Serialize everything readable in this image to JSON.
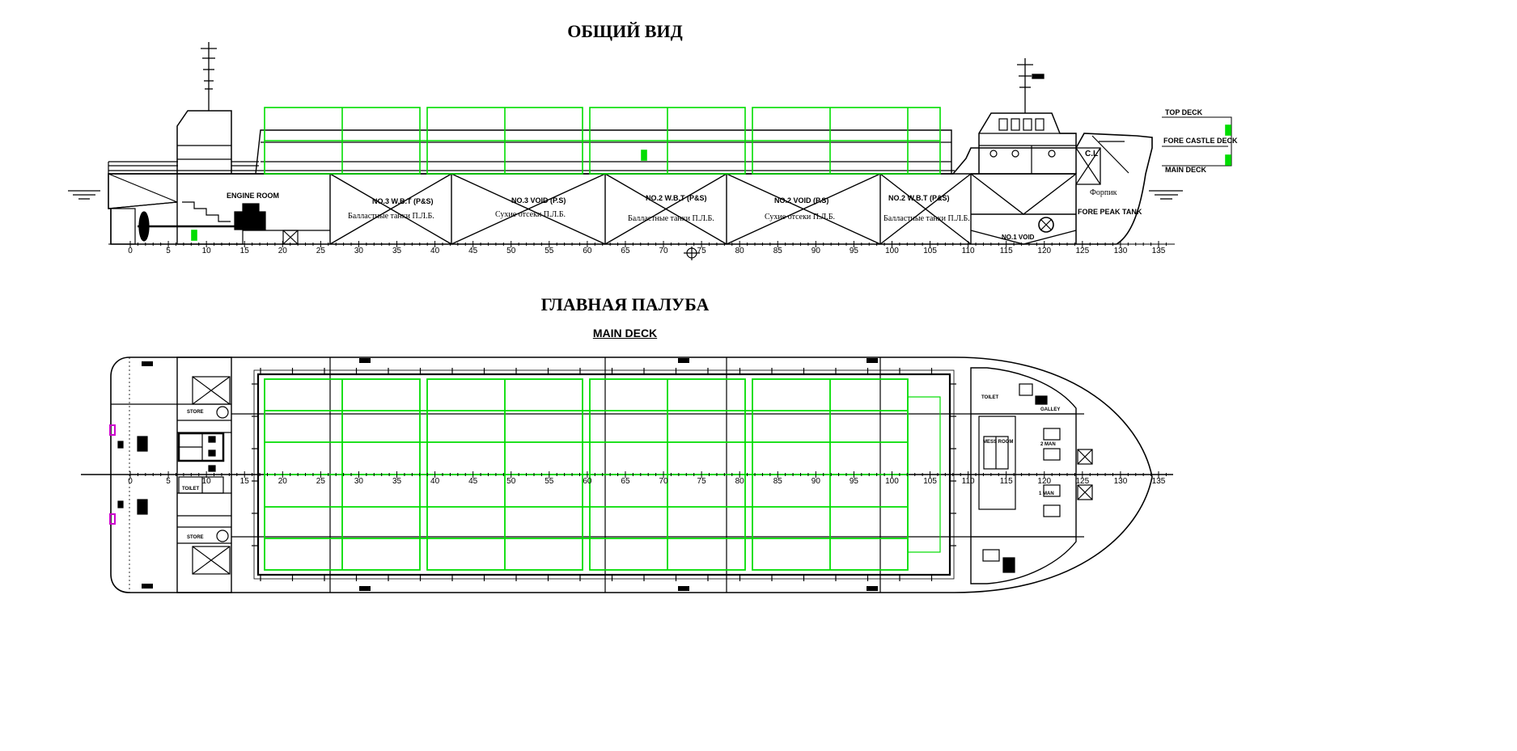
{
  "titles": {
    "general_view": "ОБЩИЙ ВИД",
    "main_deck_ru": "ГЛАВНАЯ ПАЛУБА",
    "main_deck_en": "MAIN DECK"
  },
  "deck_levels": {
    "top": "TOP DECK",
    "fore_castle": "FORE CASTLE DECK",
    "main": "MAIN DECK"
  },
  "compartments": {
    "engine_room": "ENGINE ROOM",
    "no3_wbt": "NO.3 W.B.T (P&S)",
    "no3_wbt_ru": "Балластные танки П.Л.Б.",
    "no3_void": "NO.3 VOID (P.S)",
    "no3_void_ru": "Сухие отсеки П.Л.Б.",
    "no2_wbt": "NO.2 W.B.T (P&S)",
    "no2_wbt_ru": "Балластные танки П.Л.Б.",
    "no2_void": "NO.2 VOID (P.S)",
    "no2_void_ru": "Сухие отсеки П.Л.Б.",
    "no2_wbt_b": "NO.2 W.B.T (P&S)",
    "no2_wbt_b_ru": "Балластные танки П.Л.Б.",
    "fore_peak_ru": "Форпик",
    "fore_peak": "FORE PEAK TANK",
    "no1_void": "NO.1 VOID",
    "centerline": "C.L"
  },
  "frame_labels": [
    "0",
    "5",
    "10",
    "15",
    "20",
    "25",
    "30",
    "35",
    "40",
    "45",
    "50",
    "55",
    "60",
    "65",
    "70",
    "75",
    "80",
    "85",
    "90",
    "95",
    "100",
    "105",
    "110",
    "115",
    "120",
    "125",
    "130",
    "135"
  ],
  "plan_rooms": {
    "toilet": "TOILET",
    "store": "STORE",
    "mess_room": "MESS ROOM",
    "galley": "GALLEY",
    "cabin_1man": "1 MAN",
    "cabin_2man": "2 MAN"
  },
  "colors": {
    "line": "#000000",
    "cargo_grid": "#00dd00",
    "marker": "#cc00cc"
  }
}
